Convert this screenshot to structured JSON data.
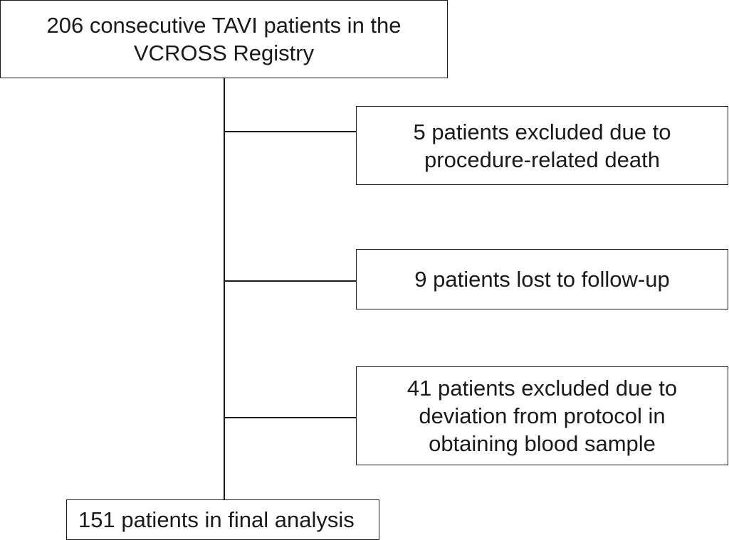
{
  "flowchart": {
    "start": "206 consecutive TAVI patients in the\nVCROSS Registry",
    "exclusions": [
      "5 patients excluded due to\nprocedure-related death",
      "9 patients lost to follow-up",
      "41 patients excluded due to\ndeviation from protocol in\nobtaining blood sample"
    ],
    "final": "151 patients in final analysis"
  },
  "colors": {
    "line": "#1a1a1a",
    "background": "#ffffff"
  }
}
